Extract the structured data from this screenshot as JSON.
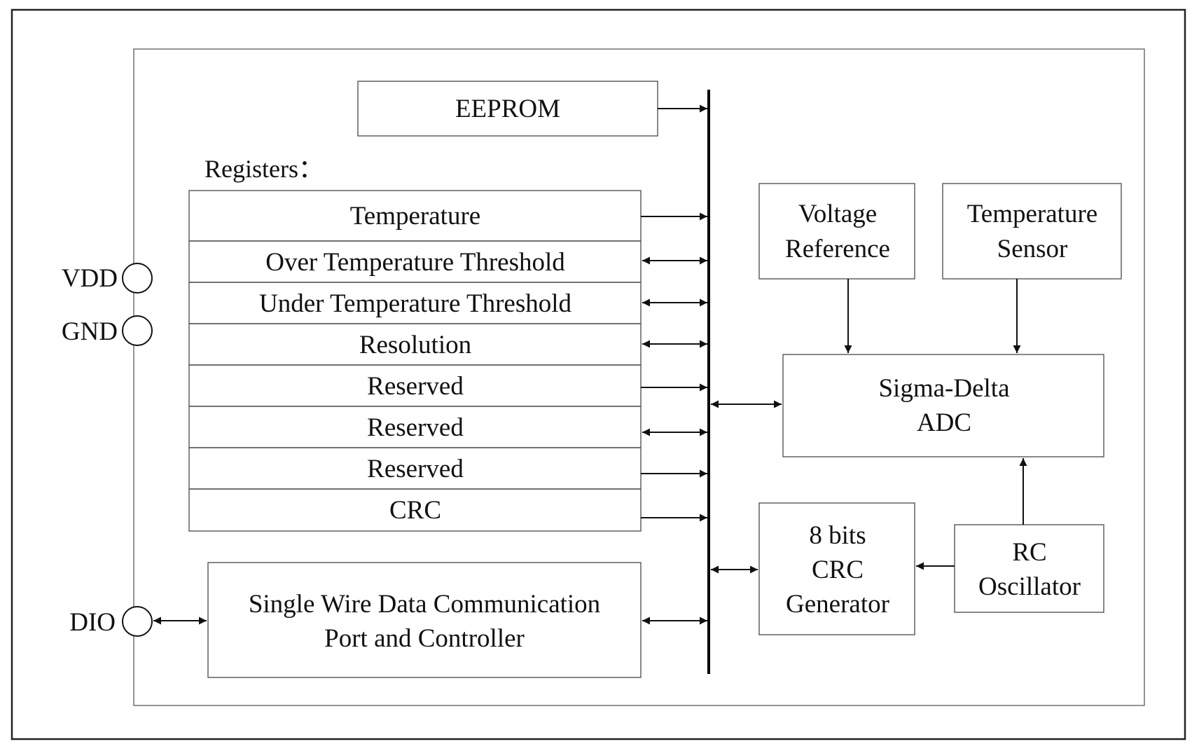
{
  "blocks": {
    "eeprom": "EEPROM",
    "registers_heading": "Registers：",
    "registers": [
      "Temperature",
      "Over Temperature Threshold",
      "Under Temperature Threshold",
      "Resolution",
      "Reserved",
      "Reserved",
      "Reserved",
      "CRC"
    ],
    "voltage_reference": [
      "Voltage",
      "Reference"
    ],
    "temperature_sensor": [
      "Temperature",
      "Sensor"
    ],
    "adc": [
      "Sigma-Delta",
      "ADC"
    ],
    "crc_generator": [
      "8 bits",
      "CRC",
      "Generator"
    ],
    "rc_oscillator": [
      "RC",
      "Oscillator"
    ],
    "comm_controller": [
      "Single Wire Data Communication",
      "Port and Controller"
    ]
  },
  "pins": {
    "vdd": "VDD",
    "gnd": "GND",
    "dio": "DIO"
  }
}
